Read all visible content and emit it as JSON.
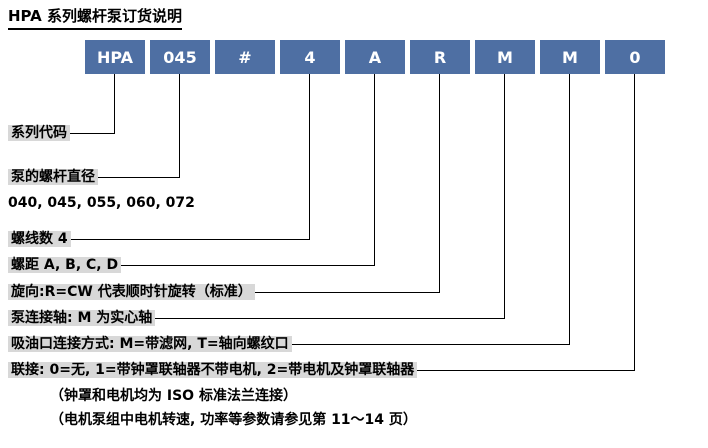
{
  "title": "HPA 系列螺杆泵订货说明",
  "code_boxes": [
    "HPA",
    "045",
    "#",
    "4",
    "A",
    "R",
    "M",
    "M",
    "0"
  ],
  "labels": {
    "series_code": "系列代码",
    "screw_diameter": "泵的螺杆直径",
    "diameter_options": "040, 045, 055, 060, 072",
    "thread_count": "螺线数 4",
    "pitch": "螺距 A, B, C, D",
    "rotation": "旋向:R=CW 代表顺时针旋转（标准）",
    "pump_shaft": "泵连接轴: M 为实心轴",
    "suction_port": "吸油口连接方式: M=带滤网, T=轴向螺纹口",
    "coupling": "联接: 0=无, 1=带钟罩联轴器不带电机, 2=带电机及钟罩联轴器",
    "note_iso": "（钟罩和电机均为 ISO 标准法兰连接）",
    "note_motor": "（电机泵组中电机转速, 功率等参数请参见第 11～14 页）"
  },
  "colors": {
    "box_blue": "#4e6fa3",
    "highlight_gray": "#d8d8d8",
    "text": "#000000"
  }
}
